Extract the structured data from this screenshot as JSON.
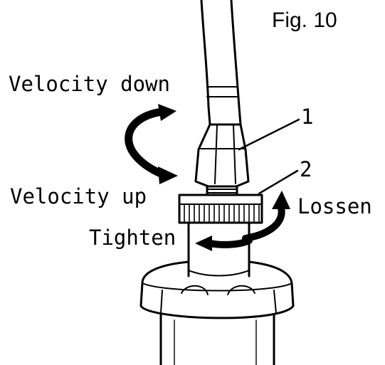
{
  "figure": {
    "fig_label": "Fig. 10",
    "labels": {
      "velocity_down": "Velocity down",
      "velocity_up": "Velocity up",
      "lossen": "Lossen",
      "tighten": "Tighten",
      "callout_1": "1",
      "callout_2": "2"
    },
    "colors": {
      "ink": "#000000",
      "paper": "#ffffff"
    }
  }
}
